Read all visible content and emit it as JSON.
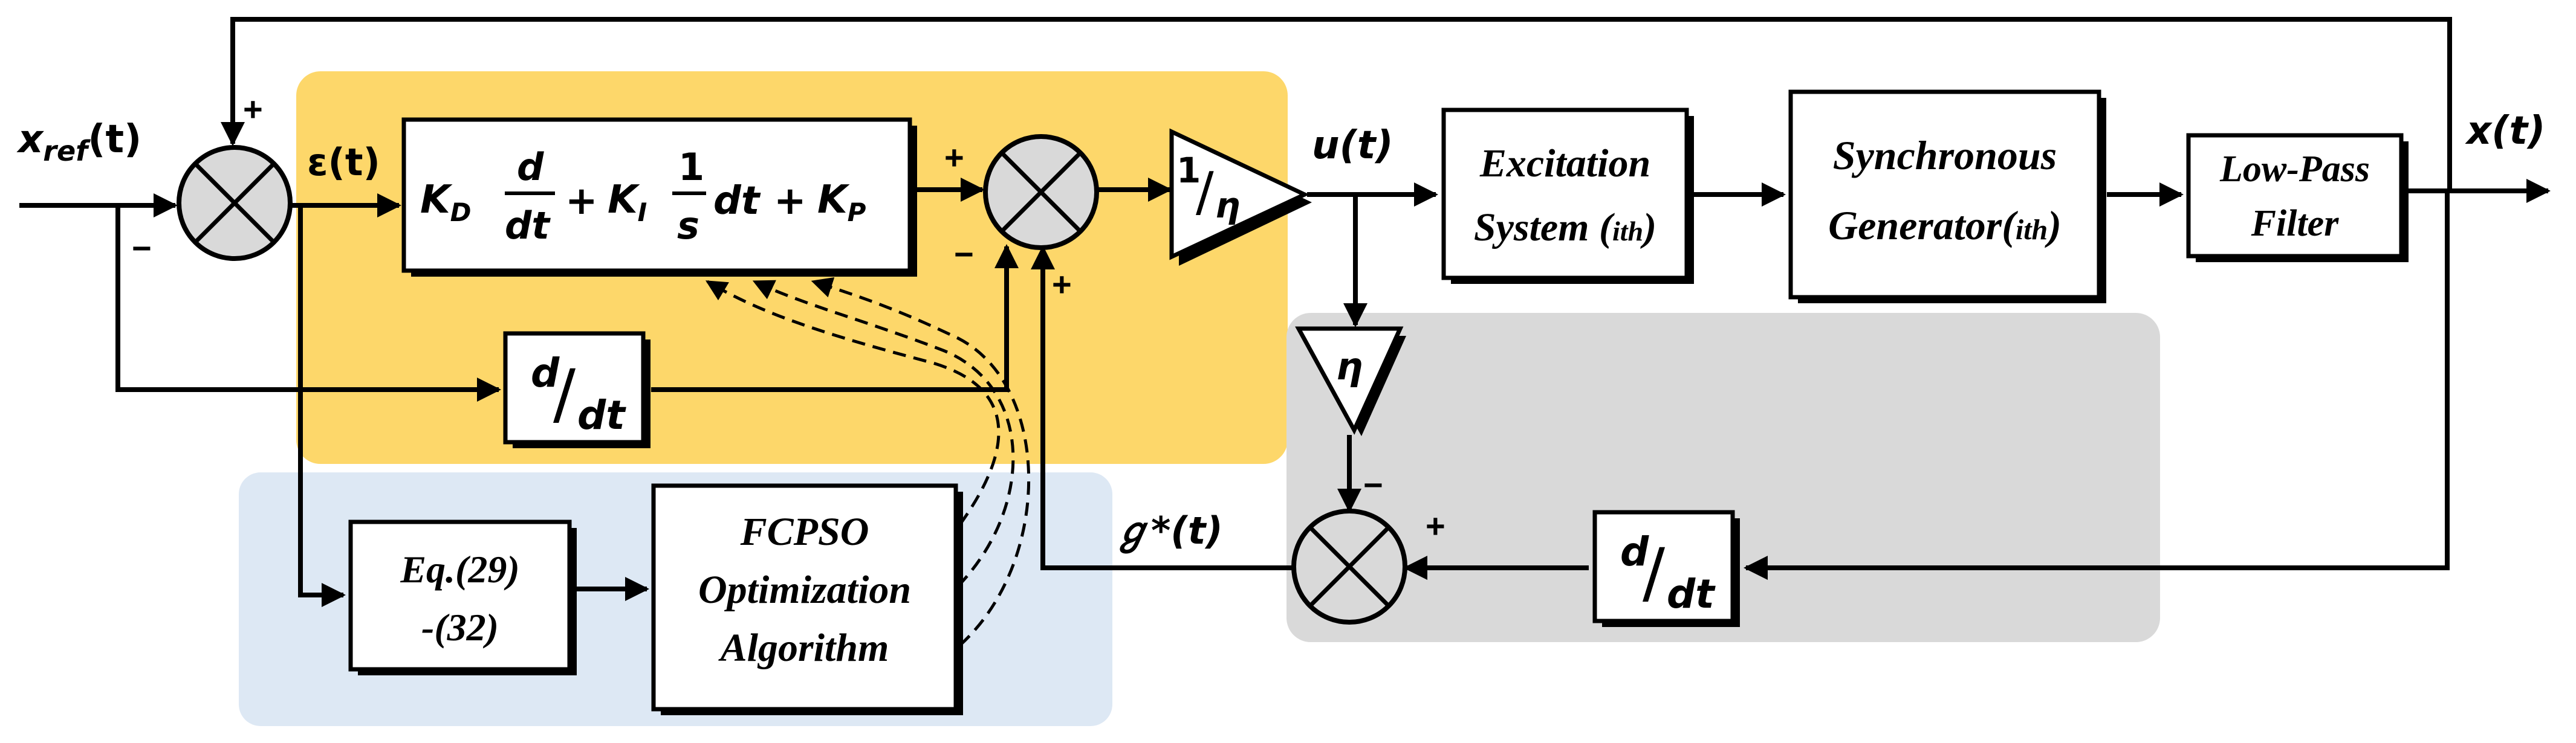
{
  "colors": {
    "pid_region": "#fdd76a",
    "optimizer_region": "#dde8f4",
    "feedback_region": "#d9d9d9",
    "sum_junction": "#d9d9d9"
  },
  "signals": {
    "reference": "x",
    "reference_sub": "ref",
    "reference_arg": "(t)",
    "error": "ε(t)",
    "control": "u(t)",
    "output": "x(t)",
    "derivative_feedback": "ℊ*(t)"
  },
  "blocks": {
    "pid": {
      "kd": "K",
      "kd_sub": "D",
      "deriv_num": "d",
      "deriv_den": "dt",
      "plus1": "+",
      "ki": "K",
      "ki_sub": "I",
      "int_num": "1",
      "int_den": "s",
      "int_dt": "dt",
      "plus2": "+",
      "kp": "K",
      "kp_sub": "P"
    },
    "derivative_top": {
      "num": "d",
      "slash": "/",
      "den": "dt"
    },
    "derivative_bottom": {
      "num": "d",
      "slash": "/",
      "den": "dt"
    },
    "gain_inverse": {
      "num": "1",
      "slash": "/",
      "den": "η"
    },
    "gain_eta": "η",
    "excitation": {
      "line1": "Excitation",
      "line2_pre": "System (",
      "line2_sub": "ith",
      "line2_post": ")"
    },
    "generator": {
      "line1": "Synchronous",
      "line2_pre": "Generator(",
      "line2_sub": "ith",
      "line2_post": ")"
    },
    "lowpass": {
      "line1": "Low-Pass",
      "line2": "Filter"
    },
    "equation": {
      "line1": "Eq.(29)",
      "line2": "-(32)"
    },
    "optimizer": {
      "line1": "FCPSO",
      "line2": "Optimization",
      "line3": "Algorithm"
    }
  },
  "signs": {
    "s1_top": "+",
    "s1_bottom": "−",
    "s2_left": "+",
    "s2_bottom_left": "−",
    "s2_bottom_right": "+",
    "s3_top": "−",
    "s3_right": "+"
  },
  "icons": [
    "summing-junction-icon",
    "triangle-gain-icon",
    "arrowhead-icon"
  ]
}
